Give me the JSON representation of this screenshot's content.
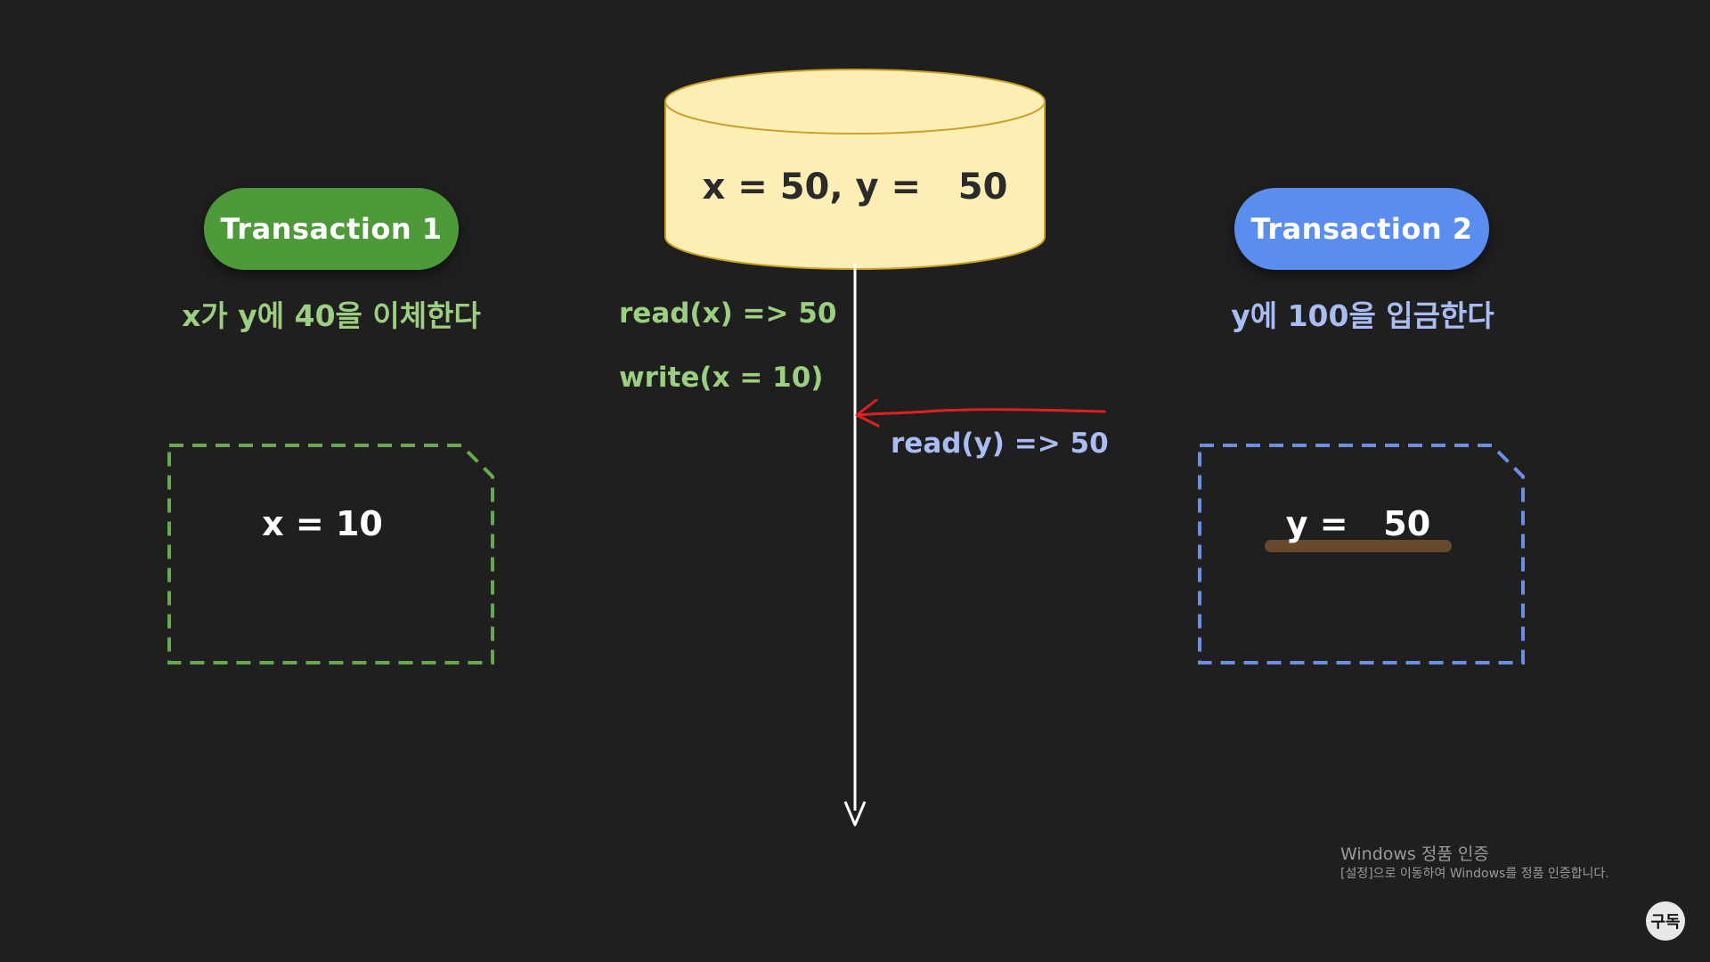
{
  "database": {
    "value_text": "x = 50, y =   50"
  },
  "transaction1": {
    "label": "Transaction 1",
    "description": "x가 y에 40을 이체한다",
    "local_value": "x = 10",
    "color": "#4e9a3a"
  },
  "transaction2": {
    "label": "Transaction 2",
    "description": "y에 100을 입금한다",
    "local_value": "y =   50",
    "color": "#5b8def"
  },
  "operations": [
    {
      "text": "read(x) => 50",
      "owner": "transaction1"
    },
    {
      "text": "write(x = 10)",
      "owner": "transaction1"
    },
    {
      "text": "read(y) => 50",
      "owner": "transaction2"
    }
  ],
  "annotation": {
    "arrow_color": "#e02020"
  },
  "watermark": {
    "title": "Windows 정품 인증",
    "subtitle": "[설정]으로 이동하여 Windows를 정품 인증합니다."
  },
  "badge": {
    "text": "구독"
  }
}
